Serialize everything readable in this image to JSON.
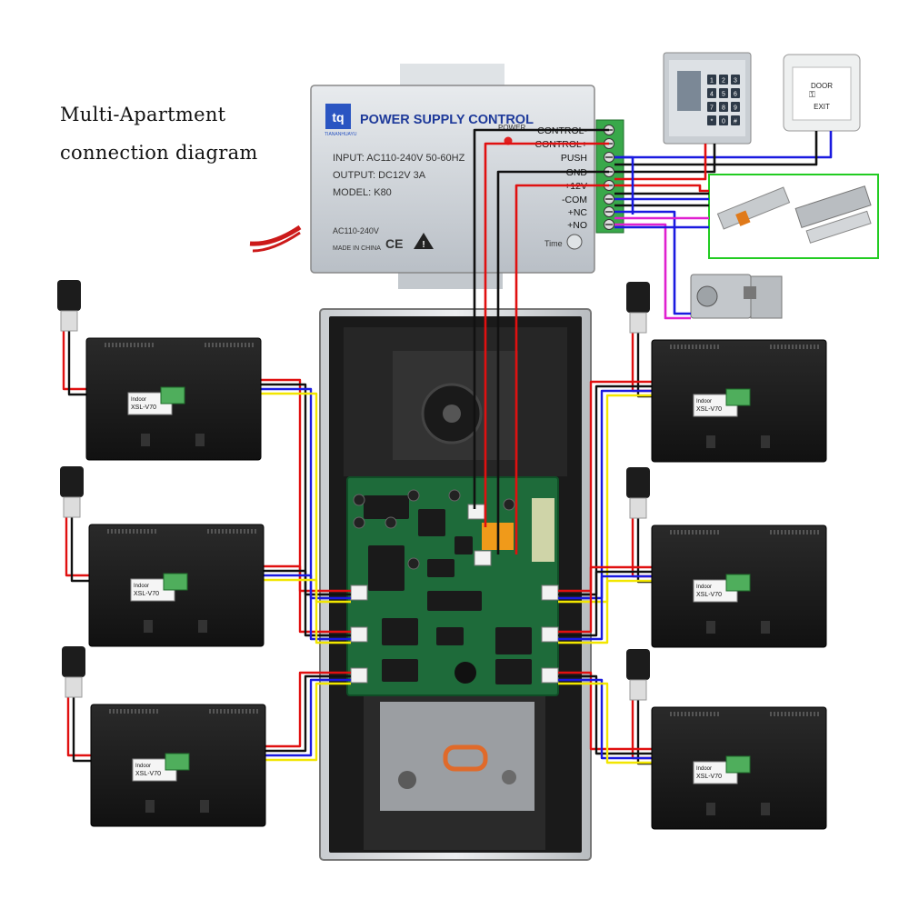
{
  "title": {
    "line1": "Multi-Apartment",
    "line2": "connection diagram"
  },
  "power_supply": {
    "brand": "TIANANHUAYU",
    "heading": "POWER SUPPLY CONTROL",
    "power_led_label": "POWER",
    "input": "INPUT: AC110-240V 50-60HZ",
    "output": "OUTPUT: DC12V 3A",
    "model": "MODEL: K80",
    "ac_label": "AC110-240V",
    "made_in": "MADE IN CHINA",
    "ce": "CE",
    "time_label": "Time",
    "terminals": [
      "CONTROL-",
      "CONTROL+",
      "PUSH",
      "GND",
      "+12V",
      "-COM",
      "+NC",
      "+NO"
    ]
  },
  "exit_button": {
    "line1": "DOOR",
    "line2": "EXIT"
  },
  "keypad": {
    "keys": [
      "1",
      "2",
      "3",
      "4",
      "5",
      "6",
      "7",
      "8",
      "9",
      "*",
      "0",
      "#"
    ]
  },
  "monitor_label": {
    "brand": "Indoor",
    "model": "XSL-V70"
  },
  "colors": {
    "red": "#e01010",
    "black": "#111111",
    "blue": "#1a1ae0",
    "yellow": "#f2e600",
    "magenta": "#e020d0",
    "green_box": "#22cc22",
    "pcb": "#1e6b3a"
  }
}
